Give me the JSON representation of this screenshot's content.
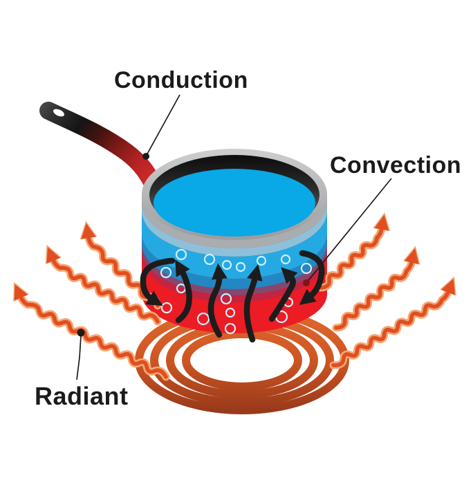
{
  "labels": {
    "conduction": "Conduction",
    "convection": "Convection",
    "radiant": "Radiant"
  },
  "colors": {
    "water": "#09A8E6",
    "pot_red": "#EC1C24",
    "blue_band": "#25A9E2",
    "coil_orange": "#CC5522",
    "wave_orange": "#E04E22",
    "wave_halo": "#F4A772",
    "arrow_black": "#1C1C1C",
    "rim_gray": "#B4B6B8",
    "bubble_outline": "#CBEFFC",
    "label_text": "#1B1B1B",
    "convection_dot": "#7D1518"
  }
}
